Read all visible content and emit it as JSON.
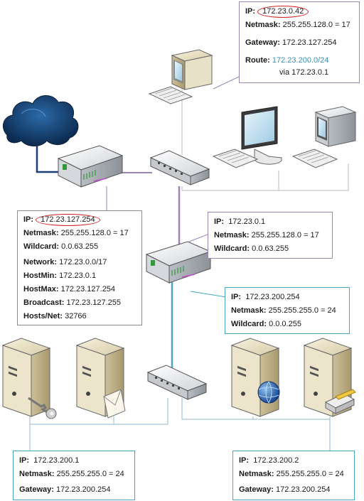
{
  "boxes": {
    "top": {
      "ip_label": "IP:",
      "ip": "172.23.0.42",
      "netmask_label": "Netmask:",
      "netmask": "255.255.128.0 = 17",
      "gateway_label": "Gateway:",
      "gateway": "172.23.127.254",
      "route_label": "Route:",
      "route": "172.23.200.0/24",
      "via": "via 172.23.0.1"
    },
    "left_router": {
      "ip_label": "IP:",
      "ip": "172.23.127.254",
      "netmask_label": "Netmask:",
      "netmask": "255.255.128.0 = 17",
      "wildcard_label": "Wildcard:",
      "wildcard": "0.0.63.255",
      "network_label": "Network:",
      "network": "172.23.0.0/17",
      "hostmin_label": "HostMin:",
      "hostmin": "172.23.0.1",
      "hostmax_label": "HostMax:",
      "hostmax": "172.23.127.254",
      "broadcast_label": "Broadcast:",
      "broadcast": "172.23.127.255",
      "hosts_label": "Hosts/Net:",
      "hosts": "32766"
    },
    "middle_router_upper": {
      "ip_label": "IP:",
      "ip": "172.23.0.1",
      "netmask_label": "Netmask:",
      "netmask": "255.255.128.0 = 17",
      "wildcard_label": "Wildcard:",
      "wildcard": "0.0.63.255"
    },
    "middle_router_lower": {
      "ip_label": "IP:",
      "ip": "172.23.200.254",
      "netmask_label": "Netmask:",
      "netmask": "255.255.255.0 = 24",
      "wildcard_label": "Wildcard:",
      "wildcard": "0.0.0.255"
    },
    "bottom_left": {
      "ip_label": "IP:",
      "ip": "172.23.200.1",
      "netmask_label": "Netmask:",
      "netmask": "255.255.255.0 = 24",
      "gateway_label": "Gateway:",
      "gateway": "172.23.200.254"
    },
    "bottom_right": {
      "ip_label": "IP:",
      "ip": "172.23.200.2",
      "netmask_label": "Netmask:",
      "netmask": "255.255.255.0 = 24",
      "gateway_label": "Gateway:",
      "gateway": "172.23.200.254"
    }
  },
  "colors": {
    "upper_lan": "#9b86b5",
    "lower_lan": "#4aa6c2",
    "wan": "#1f3f7a",
    "lan_line": "#8fb8cc",
    "highlight": "#d21f1f"
  },
  "icons": [
    "cloud-icon",
    "router-icon",
    "switch-icon",
    "desktop-computer-icon",
    "server-icon",
    "key-icon",
    "envelope-icon",
    "globe-icon",
    "printer-icon"
  ]
}
